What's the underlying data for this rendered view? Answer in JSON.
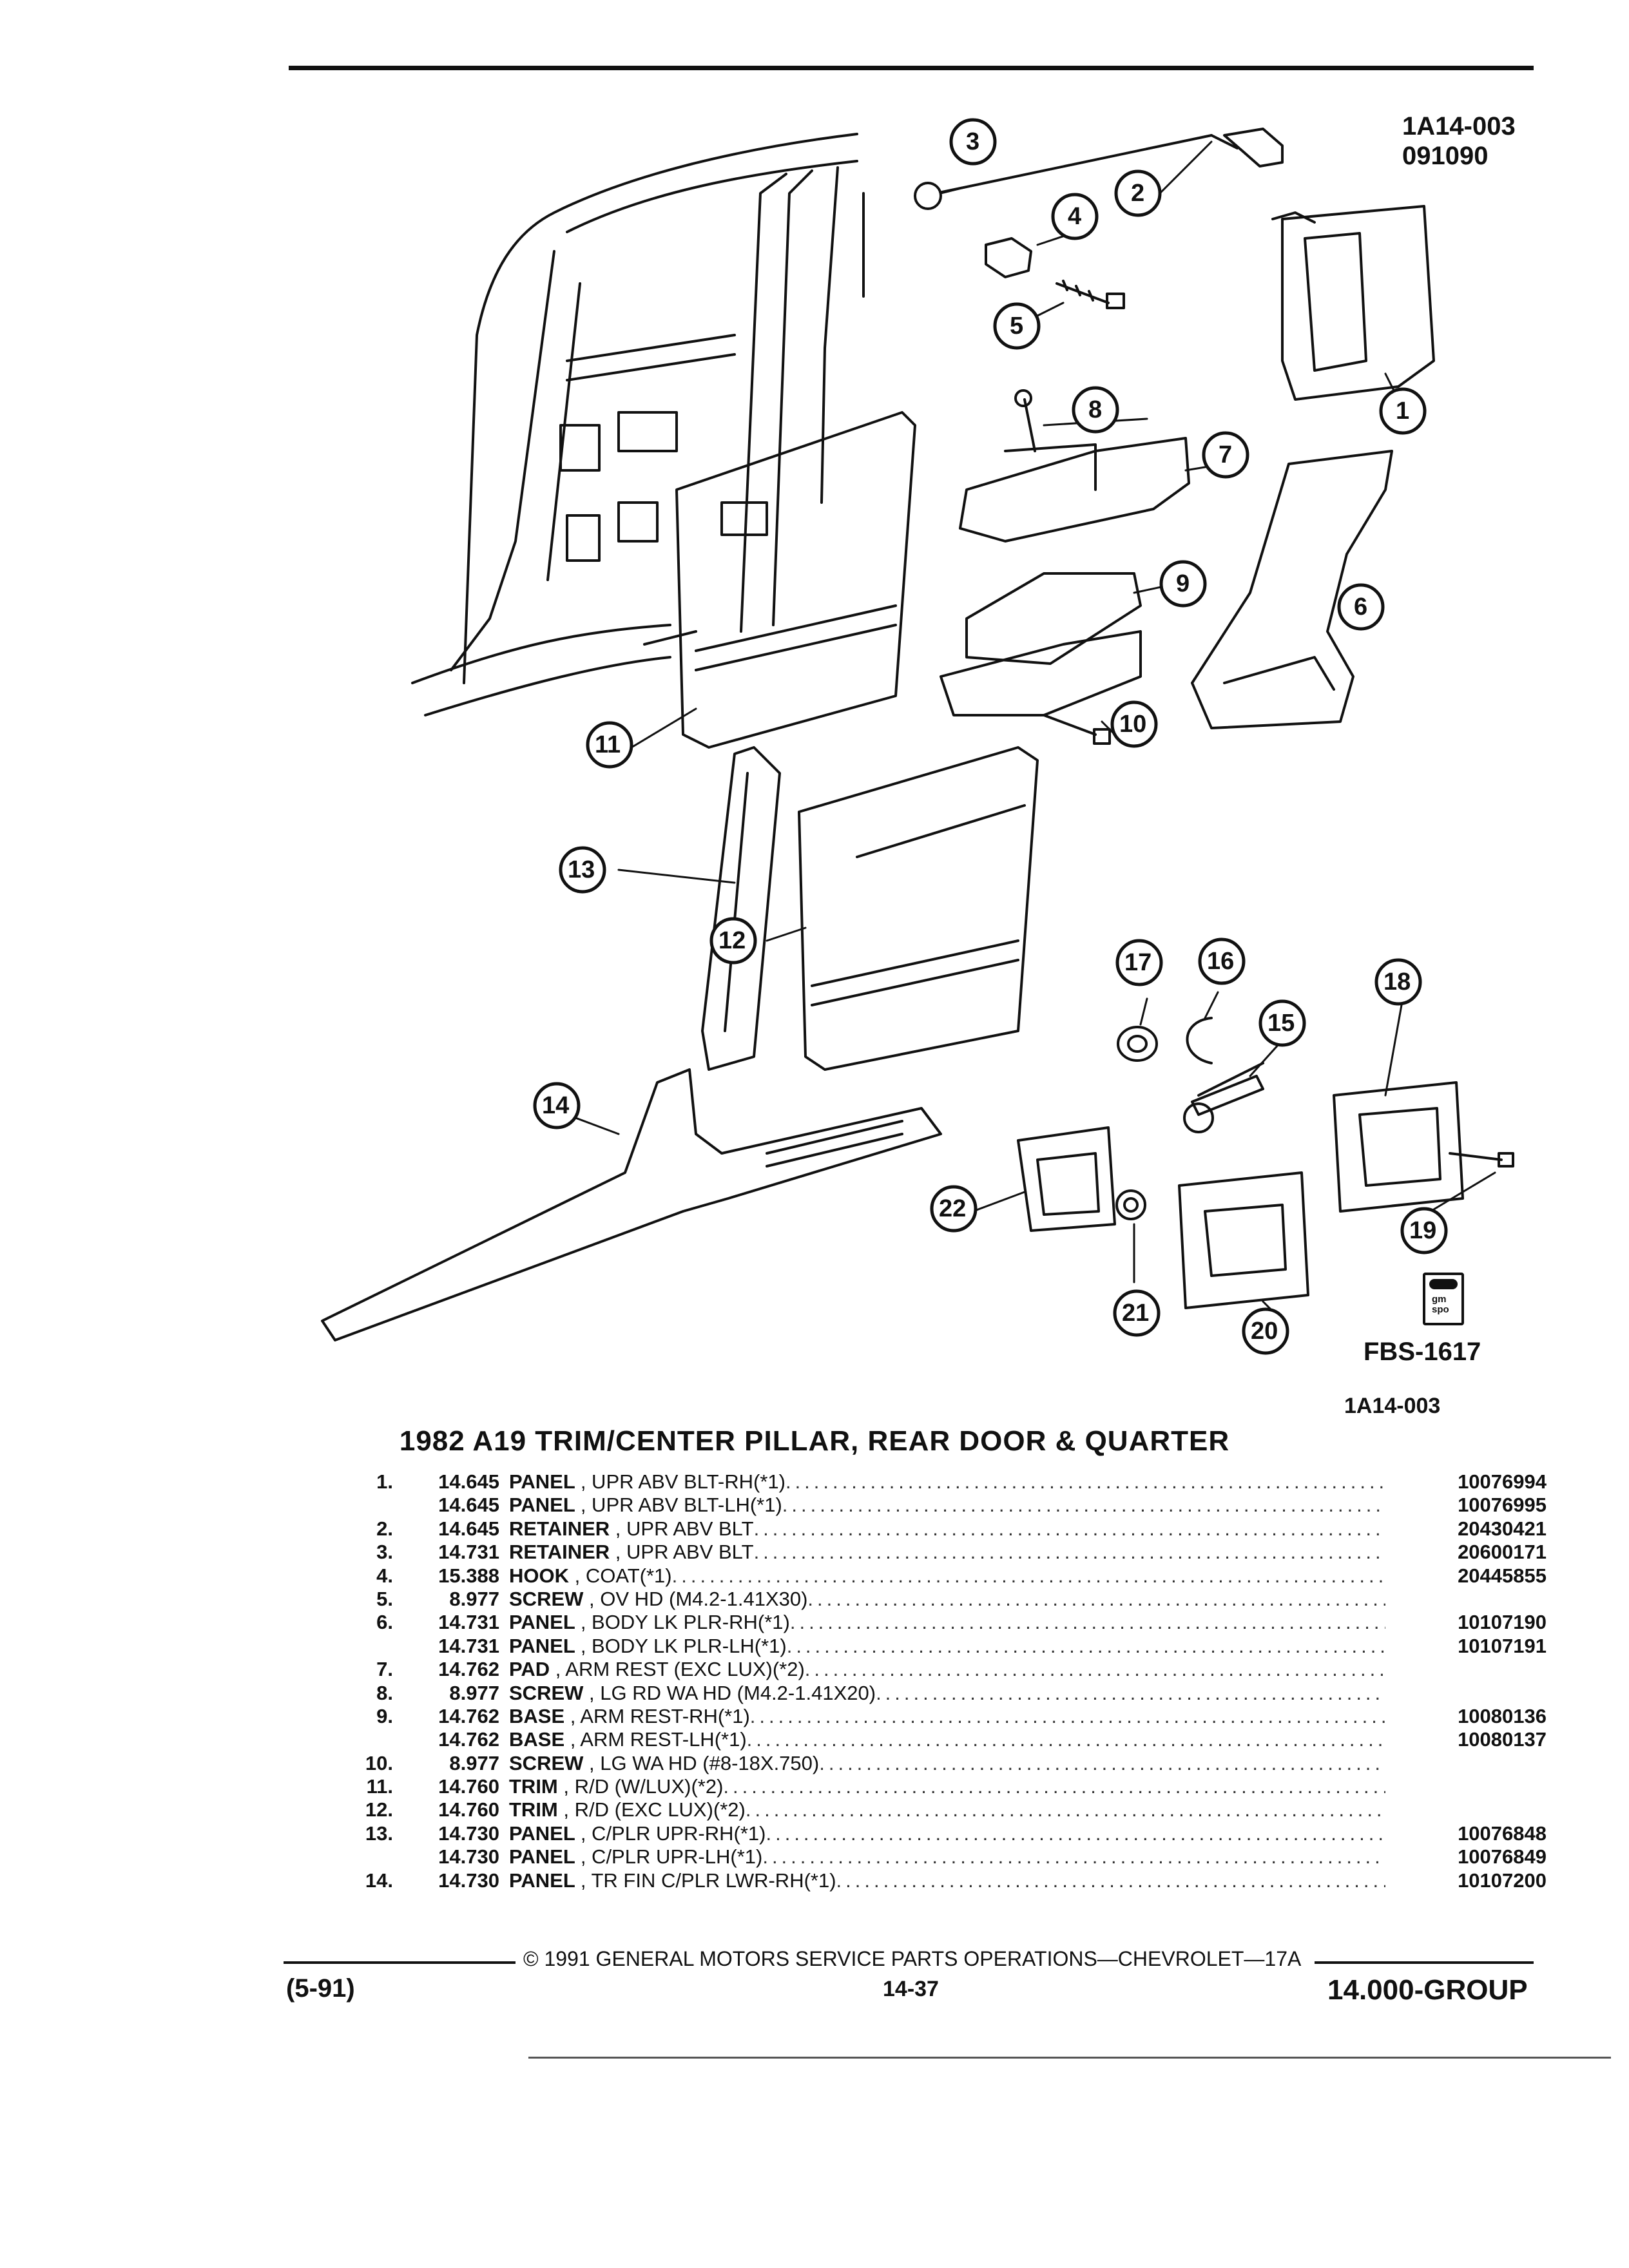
{
  "header": {
    "illustration_code": "1A14-003",
    "date_code": "091090"
  },
  "figure": {
    "ref_numbers": [
      "1",
      "2",
      "3",
      "4",
      "5",
      "6",
      "7",
      "8",
      "9",
      "10",
      "11",
      "12",
      "13",
      "14",
      "15",
      "16",
      "17",
      "18",
      "19",
      "20",
      "21",
      "22"
    ],
    "figure_code": "FBS-1617",
    "caption_code": "1A14-003",
    "logo_text": "gm spo"
  },
  "section_title": "1982 A19 TRIM/CENTER PILLAR, REAR DOOR & QUARTER",
  "parts": [
    {
      "item": "1.",
      "group": "14.645",
      "name": "PANEL",
      "desc": ", UPR ABV BLT-RH(*1)",
      "part_no": "10076994"
    },
    {
      "item": "",
      "group": "14.645",
      "name": "PANEL",
      "desc": ", UPR ABV BLT-LH(*1)",
      "part_no": "10076995"
    },
    {
      "item": "2.",
      "group": "14.645",
      "name": "RETAINER",
      "desc": ", UPR ABV BLT",
      "part_no": "20430421"
    },
    {
      "item": "3.",
      "group": "14.731",
      "name": "RETAINER",
      "desc": ", UPR ABV BLT",
      "part_no": "20600171"
    },
    {
      "item": "4.",
      "group": "15.388",
      "name": "HOOK",
      "desc": ", COAT(*1)",
      "part_no": "20445855"
    },
    {
      "item": "5.",
      "group": "8.977",
      "name": "SCREW",
      "desc": ", OV HD (M4.2-1.41X30)",
      "part_no": ""
    },
    {
      "item": "6.",
      "group": "14.731",
      "name": "PANEL",
      "desc": ", BODY LK PLR-RH(*1)",
      "part_no": "10107190"
    },
    {
      "item": "",
      "group": "14.731",
      "name": "PANEL",
      "desc": ", BODY LK PLR-LH(*1)",
      "part_no": "10107191"
    },
    {
      "item": "7.",
      "group": "14.762",
      "name": "PAD",
      "desc": ", ARM REST (EXC LUX)(*2)",
      "part_no": ""
    },
    {
      "item": "8.",
      "group": "8.977",
      "name": "SCREW",
      "desc": ", LG RD WA HD (M4.2-1.41X20)",
      "part_no": ""
    },
    {
      "item": "9.",
      "group": "14.762",
      "name": "BASE",
      "desc": ", ARM REST-RH(*1)",
      "part_no": "10080136"
    },
    {
      "item": "",
      "group": "14.762",
      "name": "BASE",
      "desc": ", ARM REST-LH(*1)",
      "part_no": "10080137"
    },
    {
      "item": "10.",
      "group": "8.977",
      "name": "SCREW",
      "desc": ", LG WA HD (#8-18X.750)",
      "part_no": ""
    },
    {
      "item": "11.",
      "group": "14.760",
      "name": "TRIM",
      "desc": ", R/D (W/LUX)(*2)",
      "part_no": ""
    },
    {
      "item": "12.",
      "group": "14.760",
      "name": "TRIM",
      "desc": ", R/D (EXC LUX)(*2)",
      "part_no": ""
    },
    {
      "item": "13.",
      "group": "14.730",
      "name": "PANEL",
      "desc": ", C/PLR UPR-RH(*1)",
      "part_no": "10076848"
    },
    {
      "item": "",
      "group": "14.730",
      "name": "PANEL",
      "desc": ", C/PLR UPR-LH(*1)",
      "part_no": "10076849"
    },
    {
      "item": "14.",
      "group": "14.730",
      "name": "PANEL",
      "desc": ", TR FIN C/PLR LWR-RH(*1)",
      "part_no": "10107200"
    }
  ],
  "footer": {
    "copyright": "© 1991 GENERAL MOTORS SERVICE PARTS OPERATIONS—CHEVROLET—17A",
    "revision": "(5-91)",
    "page": "14-37",
    "group": "14.000-GROUP"
  }
}
